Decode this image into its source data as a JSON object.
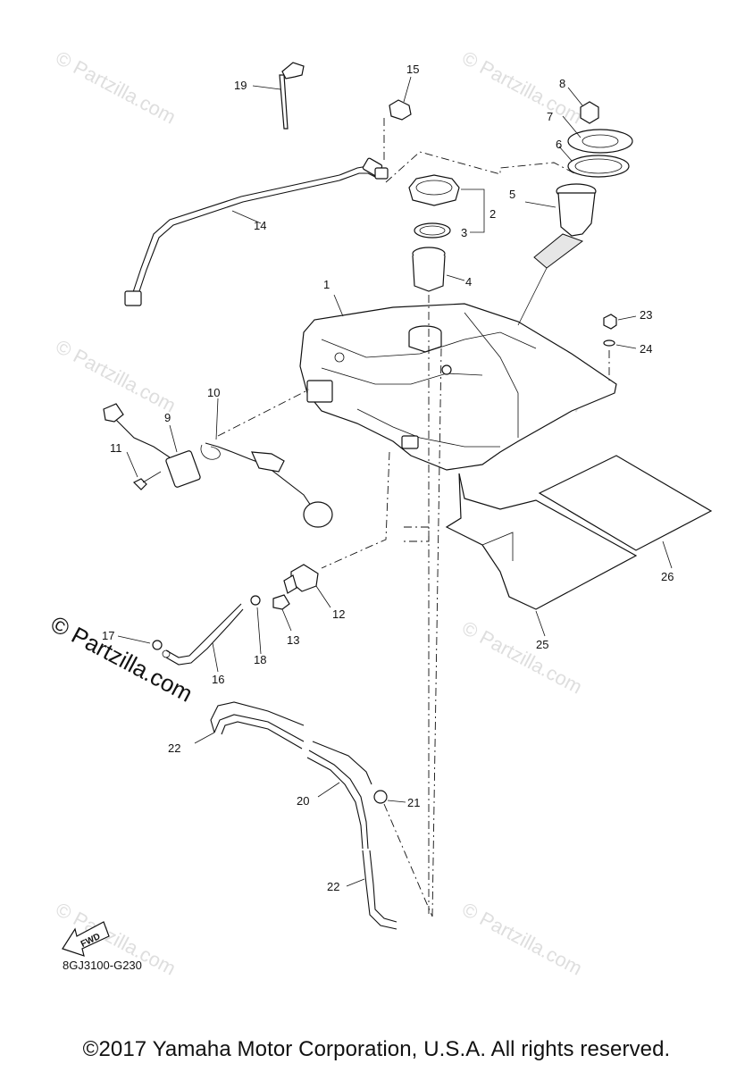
{
  "watermark": "© Partzilla.com",
  "watermark_main": "© Partzilla.com",
  "diagram_code": "8GJ3100-G230",
  "fwd_label": "FWD",
  "copyright": "©2017 Yamaha Motor Corporation, U.S.A. All rights reserved.",
  "labels": {
    "l1": "1",
    "l2": "2",
    "l3": "3",
    "l4": "4",
    "l5": "5",
    "l6": "6",
    "l7": "7",
    "l8": "8",
    "l9": "9",
    "l10": "10",
    "l11": "11",
    "l12": "12",
    "l13": "13",
    "l14": "14",
    "l15": "15",
    "l16": "16",
    "l17": "17",
    "l18": "18",
    "l19": "19",
    "l20": "20",
    "l21": "21",
    "l22a": "22",
    "l22b": "22",
    "l23": "23",
    "l24": "24",
    "l25": "25",
    "l26": "26"
  }
}
